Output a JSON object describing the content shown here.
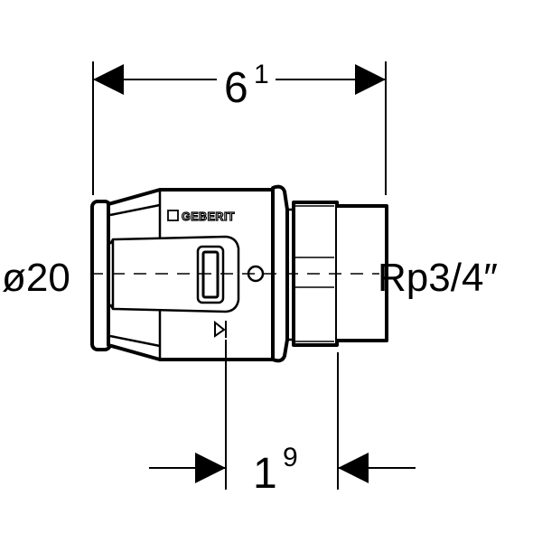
{
  "drawing": {
    "brand": "GEBERIT",
    "overall_length": {
      "main": "6",
      "sup": "1"
    },
    "insertion_depth": {
      "main": "1",
      "sup": "9"
    },
    "pipe_diameter": "ø20",
    "thread": "Rp3/4″"
  },
  "colors": {
    "line": "#000000",
    "background": "#ffffff"
  }
}
